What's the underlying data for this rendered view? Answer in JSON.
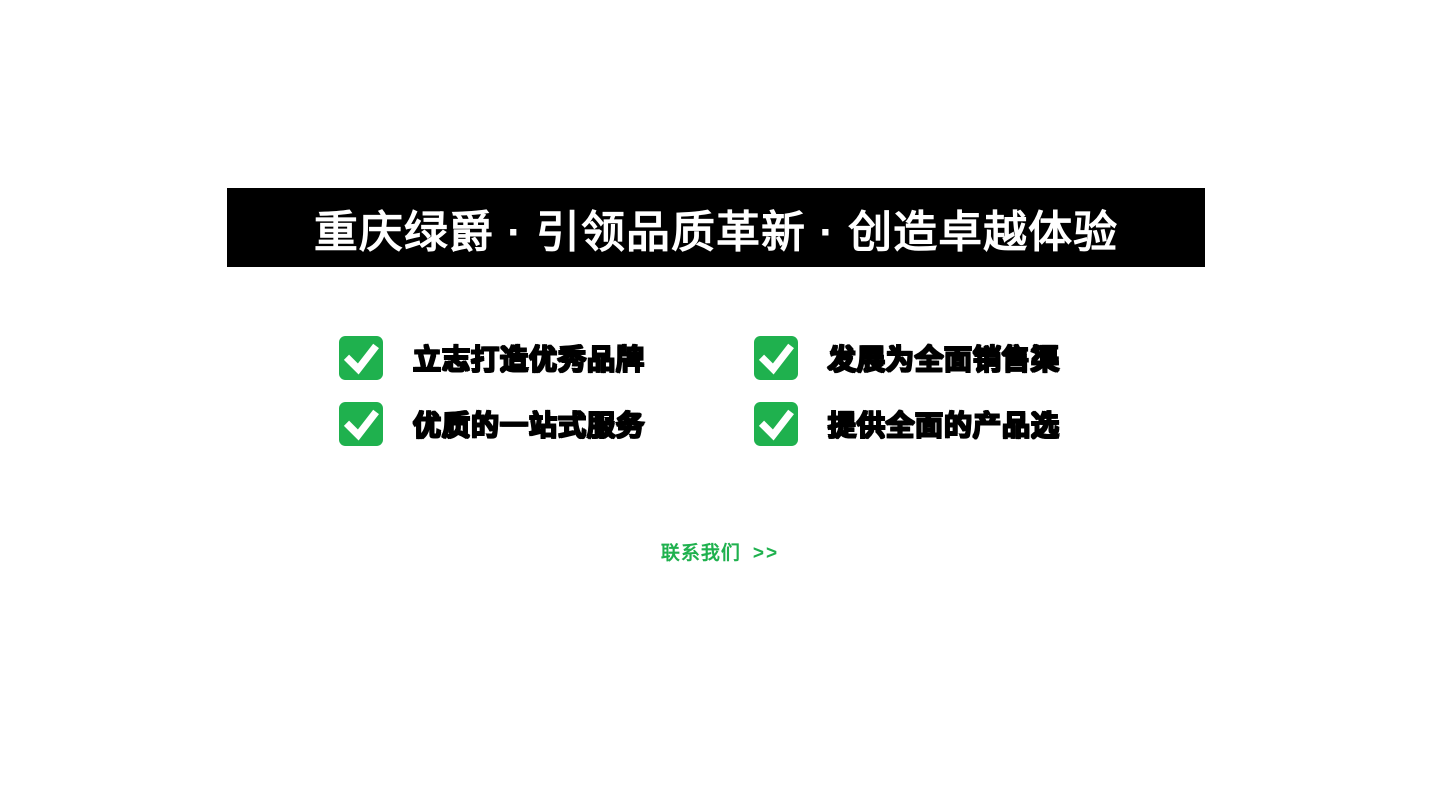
{
  "banner": {
    "title": "重庆绿爵 · 引领品质革新 · 创造卓越体验"
  },
  "features": [
    {
      "label": "立志打造优秀品牌"
    },
    {
      "label": "发展为全面销售渠"
    },
    {
      "label": "优质的一站式服务"
    },
    {
      "label": "提供全面的产品选"
    }
  ],
  "contact": {
    "label": "联系我们",
    "arrow": ">>"
  },
  "icons": {
    "feature_icon": "check-icon"
  },
  "colors": {
    "accent_green": "#1fb14e",
    "banner_bg": "#000000",
    "banner_text": "#ffffff"
  }
}
